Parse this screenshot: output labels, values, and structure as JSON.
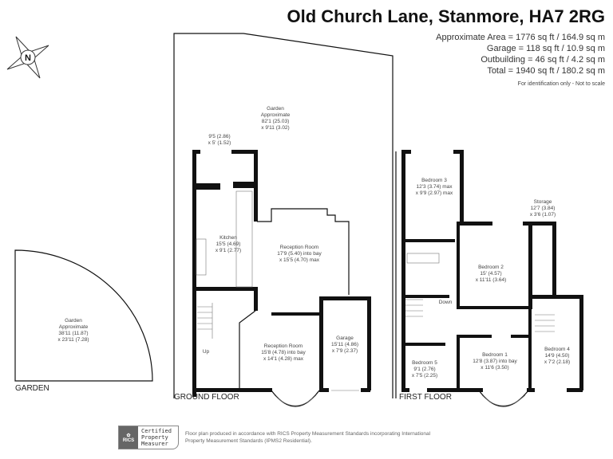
{
  "header": {
    "title": "Old Church Lane, Stanmore, HA7 2RG",
    "areas": [
      "Approximate Area = 1776 sq ft / 164.9 sq m",
      "Garage = 118 sq ft / 10.9 sq m",
      "Outbuilding = 46 sq ft / 4.2 sq m",
      "Total = 1940 sq ft / 180.2 sq m"
    ],
    "note": "For identification only - Not to scale"
  },
  "compass": {
    "label": "N"
  },
  "garden_plan": {
    "floor_label": "GARDEN",
    "room": [
      "Garden",
      "Approximate",
      "38'11 (11.87)",
      "x 23'11 (7.28)"
    ]
  },
  "ground_floor": {
    "floor_label": "GROUND FLOOR",
    "rooms": [
      {
        "lines": [
          "Garden",
          "Approximate",
          "82'1 (25.03)",
          "x 9'11 (3.02)"
        ]
      },
      {
        "lines": [
          "9'5 (2.86)",
          "x 5' (1.52)"
        ]
      },
      {
        "lines": [
          "Kitchen",
          "15'5 (4.69)",
          "x 9'1 (2.77)"
        ]
      },
      {
        "lines": [
          "Reception Room",
          "17'9 (5.40) into bay",
          "x 15'5 (4.70) max"
        ]
      },
      {
        "lines": [
          "Reception Room",
          "15'8 (4.78) into bay",
          "x 14'1 (4.28) max"
        ]
      },
      {
        "lines": [
          "Garage",
          "15'11 (4.86)",
          "x 7'9 (2.37)"
        ]
      }
    ],
    "stairs_label": "Up"
  },
  "first_floor": {
    "floor_label": "FIRST FLOOR",
    "rooms": [
      {
        "lines": [
          "Bedroom 3",
          "12'3 (3.74) max",
          "x 9'9 (2.97) max"
        ]
      },
      {
        "lines": [
          "Storage",
          "12'7 (3.84)",
          "x 3'6 (1.07)"
        ]
      },
      {
        "lines": [
          "Bedroom 2",
          "15' (4.57)",
          "x 11'11 (3.64)"
        ]
      },
      {
        "lines": [
          "Bedroom 5",
          "9'1 (2.76)",
          "x 7'5 (2.25)"
        ]
      },
      {
        "lines": [
          "Bedroom 1",
          "12'8 (3.87) into bay",
          "x 11'6 (3.50)"
        ]
      },
      {
        "lines": [
          "Bedroom 4",
          "14'9 (4.50)",
          "x 7'2 (2.18)"
        ]
      }
    ],
    "stairs_label": "Down"
  },
  "footer": {
    "badge_logo": "RICS",
    "badge_lines": [
      "Certified",
      "Property",
      "Measurer"
    ],
    "disclaimer": "Floor plan produced in accordance with RICS Property Measurement Standards incorporating International Property Measurement Standards (IPMS2 Residential)."
  }
}
